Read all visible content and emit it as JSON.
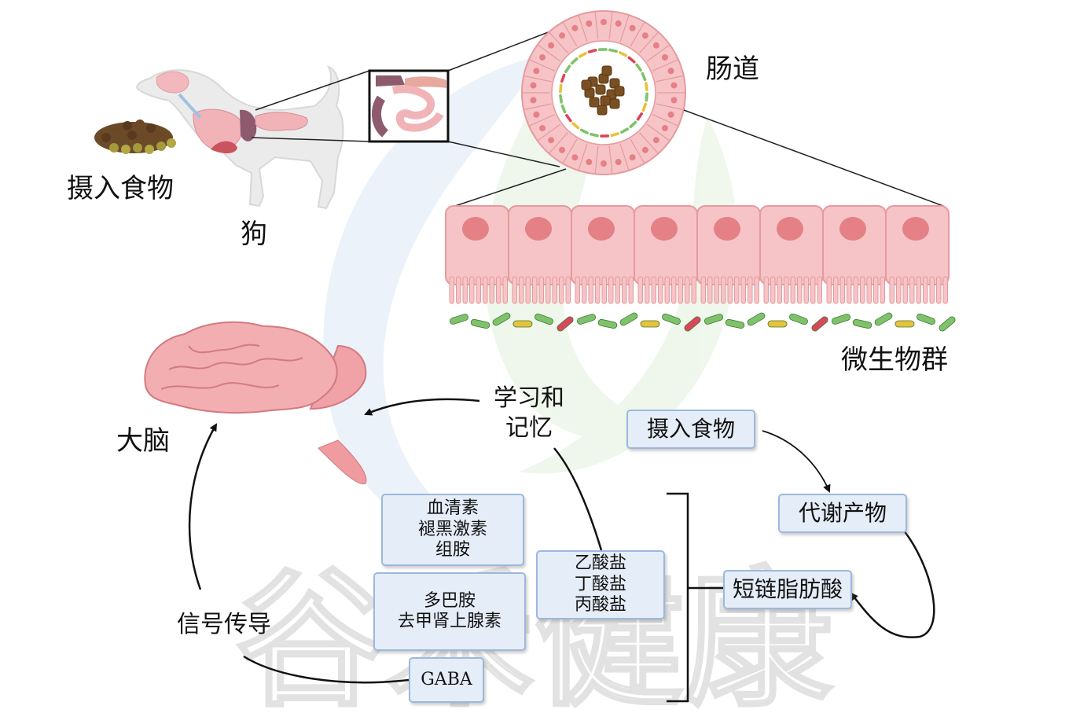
{
  "labels": {
    "food_intake": "摄入食物",
    "dog": "狗",
    "intestine": "肠道",
    "microbiota": "微生物群",
    "brain": "大脑",
    "learning_memory": [
      "学习和",
      "记忆"
    ],
    "signaling": "信号传导"
  },
  "boxes": {
    "food": "摄入食物",
    "metabolites": "代谢产物",
    "scfa": "短链脂肪酸",
    "neuro1": [
      "血清素",
      "褪黑激素",
      "组胺"
    ],
    "neuro2": [
      "多巴胺",
      "去甲肾上腺素"
    ],
    "gaba": "GABA",
    "salts": [
      "乙酸盐",
      "丁酸盐",
      "丙酸盐"
    ]
  },
  "watermark": "谷禾健康",
  "colors": {
    "cell_fill": "#f6c4c6",
    "cell_stroke": "#e59a9e",
    "nucleus": "#e58086",
    "box_fill": "#e5edf8",
    "box_border": "#9db8dc",
    "bacteria_green": "#7fc26b",
    "bacteria_yellow": "#e8c23a",
    "bacteria_red": "#d9485a"
  }
}
